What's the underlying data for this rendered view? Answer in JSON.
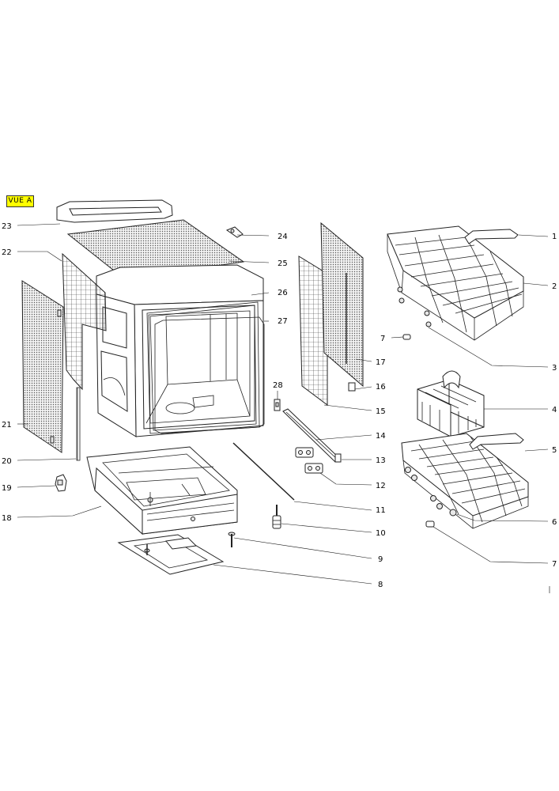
{
  "view_label": "VUE A",
  "callouts": {
    "c1": "1",
    "c2": "2",
    "c3": "3",
    "c4": "4",
    "c5": "5",
    "c6": "6",
    "c7a": "7",
    "c7b": "7",
    "c8": "8",
    "c9": "9",
    "c10": "10",
    "c11": "11",
    "c12": "12",
    "c13": "13",
    "c14": "14",
    "c15": "15",
    "c16": "16",
    "c17": "17",
    "c18": "18",
    "c19": "19",
    "c20": "20",
    "c21": "21",
    "c22": "22",
    "c23": "23",
    "c24": "24",
    "c25": "25",
    "c26": "26",
    "c27": "27",
    "c28": "28"
  }
}
